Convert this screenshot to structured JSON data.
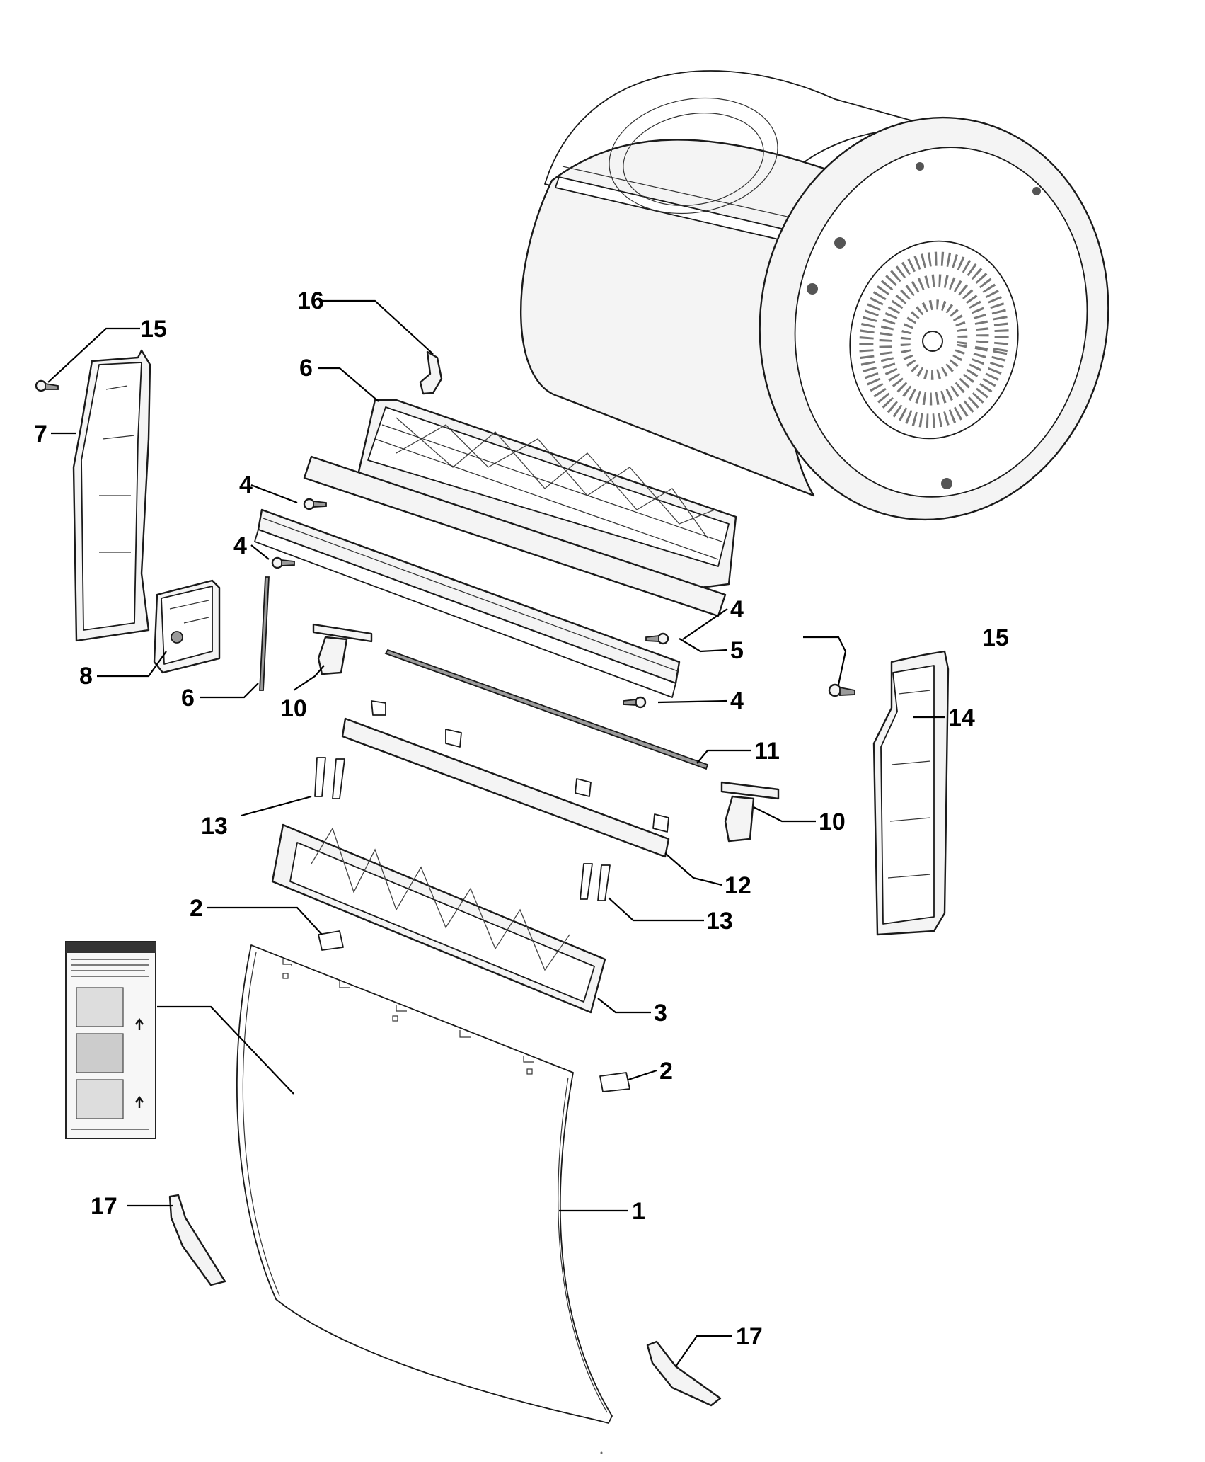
{
  "diagram": {
    "callouts": {
      "c1": "1",
      "c2a": "2",
      "c2b": "2",
      "c3": "3",
      "c4a": "4",
      "c4b": "4",
      "c4c": "4",
      "c4d": "4",
      "c5": "5",
      "c6a": "6",
      "c6b": "6",
      "c7": "7",
      "c8": "8",
      "c10a": "10",
      "c10b": "10",
      "c11": "11",
      "c12": "12",
      "c13a": "13",
      "c13b": "13",
      "c14": "14",
      "c15a": "15",
      "c15b": "15",
      "c16": "16",
      "c17a": "17",
      "c17b": "17"
    }
  }
}
